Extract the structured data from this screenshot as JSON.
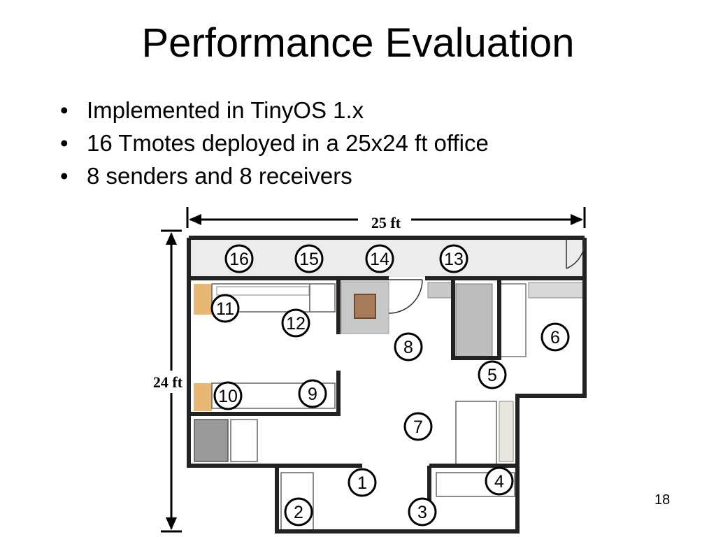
{
  "slide": {
    "title": "Performance Evaluation",
    "bullets": [
      "Implemented in TinyOS 1.x",
      "16 Tmotes deployed in a 25x24 ft office",
      "8 senders and 8 receivers"
    ],
    "page_number": "18"
  },
  "floor_plan": {
    "width_label": "25 ft",
    "height_label": "24 ft",
    "nodes": [
      "1",
      "2",
      "3",
      "4",
      "5",
      "6",
      "7",
      "8",
      "9",
      "10",
      "11",
      "12",
      "13",
      "14",
      "15",
      "16"
    ]
  }
}
